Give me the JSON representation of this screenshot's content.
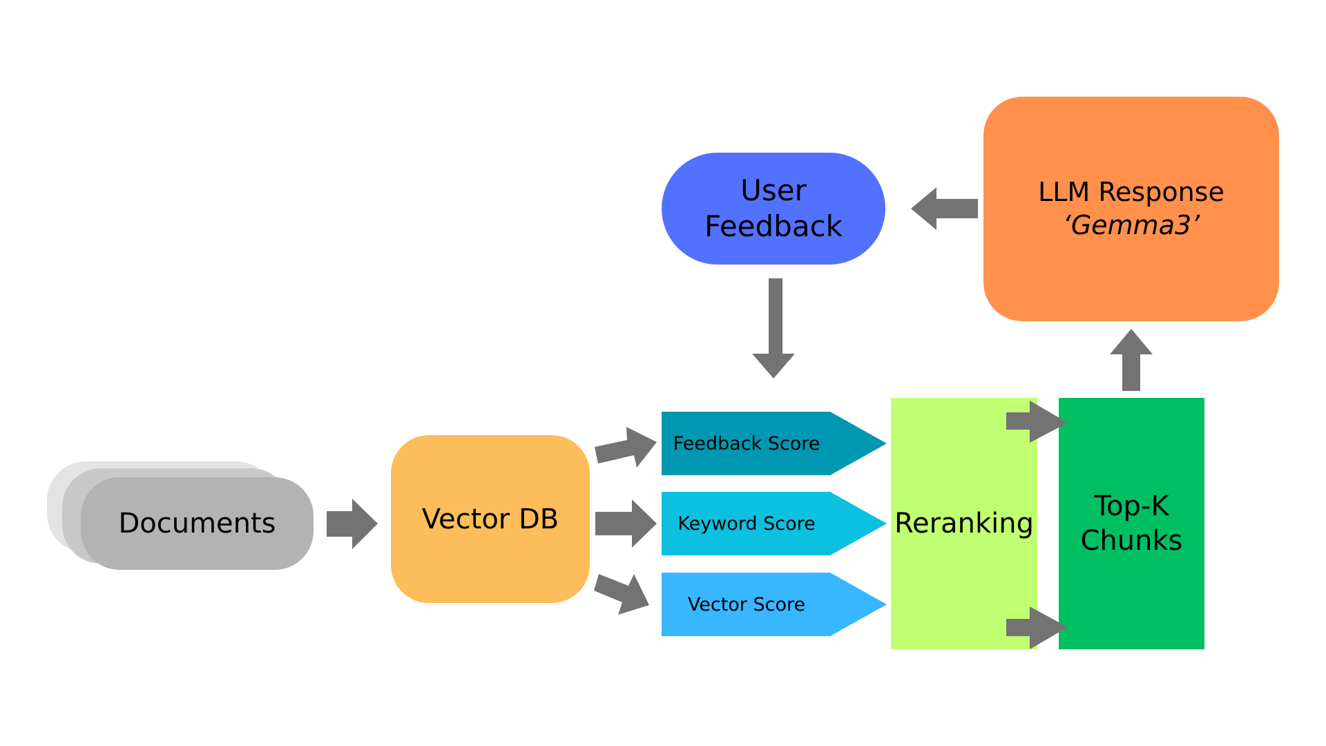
{
  "diagram": {
    "type": "flowchart",
    "title": "",
    "colors": {
      "arrow": "#737373",
      "documents_front": "#b3b3b3",
      "documents_mid": "#c8c8c8",
      "documents_back": "#e3e3e3",
      "vector_db": "#fdbd5a",
      "feedback_score": "#0097b2",
      "keyword_score": "#0cc0df",
      "vector_score": "#38b6ff",
      "reranking": "#c1ff72",
      "top_k": "#00bf63",
      "user_feedback": "#5271ff",
      "llm_response": "#ff914d"
    },
    "nodes": {
      "documents": "Documents",
      "vector_db": "Vector DB",
      "feedback_score": "Feedback Score",
      "keyword_score": "Keyword Score",
      "vector_score": "Vector Score",
      "reranking": "Reranking",
      "top_k_line1": "Top-K",
      "top_k_line2": "Chunks",
      "llm_line1": "LLM Response",
      "llm_line2": "‘Gemma3’",
      "user_feedback_line1": "User",
      "user_feedback_line2": "Feedback"
    },
    "edges": [
      {
        "from": "Documents",
        "to": "Vector DB"
      },
      {
        "from": "Vector DB",
        "to": "Feedback Score"
      },
      {
        "from": "Vector DB",
        "to": "Keyword Score"
      },
      {
        "from": "Vector DB",
        "to": "Vector Score"
      },
      {
        "from": "Feedback Score",
        "to": "Reranking"
      },
      {
        "from": "Keyword Score",
        "to": "Reranking"
      },
      {
        "from": "Vector Score",
        "to": "Reranking"
      },
      {
        "from": "Reranking",
        "to": "Top-K Chunks"
      },
      {
        "from": "Reranking",
        "to": "Top-K Chunks"
      },
      {
        "from": "Top-K Chunks",
        "to": "LLM Response"
      },
      {
        "from": "LLM Response",
        "to": "User Feedback"
      },
      {
        "from": "User Feedback",
        "to": "Feedback Score"
      }
    ]
  }
}
